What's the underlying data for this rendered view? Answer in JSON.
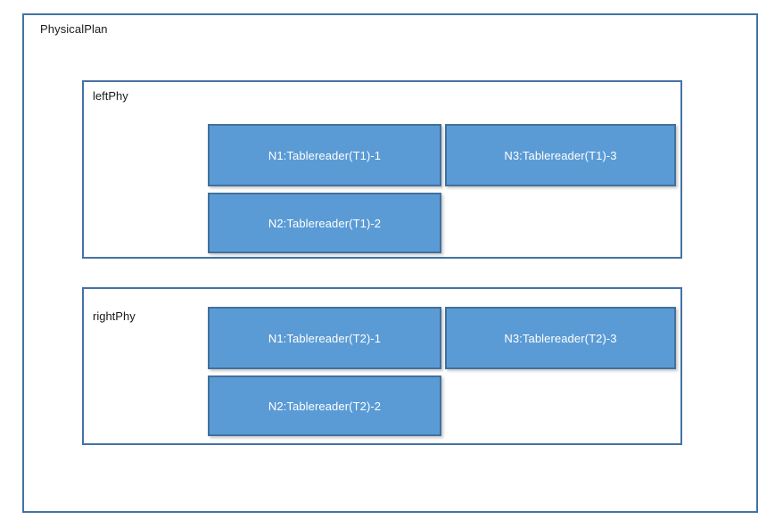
{
  "diagram": {
    "title": "PhysicalPlan",
    "colors": {
      "container_border": "#4472A4",
      "node_fill": "#5B9BD5",
      "node_border": "#41719C",
      "node_text": "#FFFFFF",
      "label_text": "#1A1A1A",
      "background": "#FFFFFF"
    },
    "groups": [
      {
        "id": "leftPhy",
        "label": "leftPhy",
        "nodes": [
          {
            "id": "l-n1",
            "label": "N1:Tablereader(T1)-1"
          },
          {
            "id": "l-n3",
            "label": "N3:Tablereader(T1)-3"
          },
          {
            "id": "l-n2",
            "label": "N2:Tablereader(T1)-2"
          }
        ]
      },
      {
        "id": "rightPhy",
        "label": "rightPhy",
        "nodes": [
          {
            "id": "r-n1",
            "label": "N1:Tablereader(T2)-1"
          },
          {
            "id": "r-n3",
            "label": "N3:Tablereader(T2)-3"
          },
          {
            "id": "r-n2",
            "label": "N2:Tablereader(T2)-2"
          }
        ]
      }
    ]
  }
}
